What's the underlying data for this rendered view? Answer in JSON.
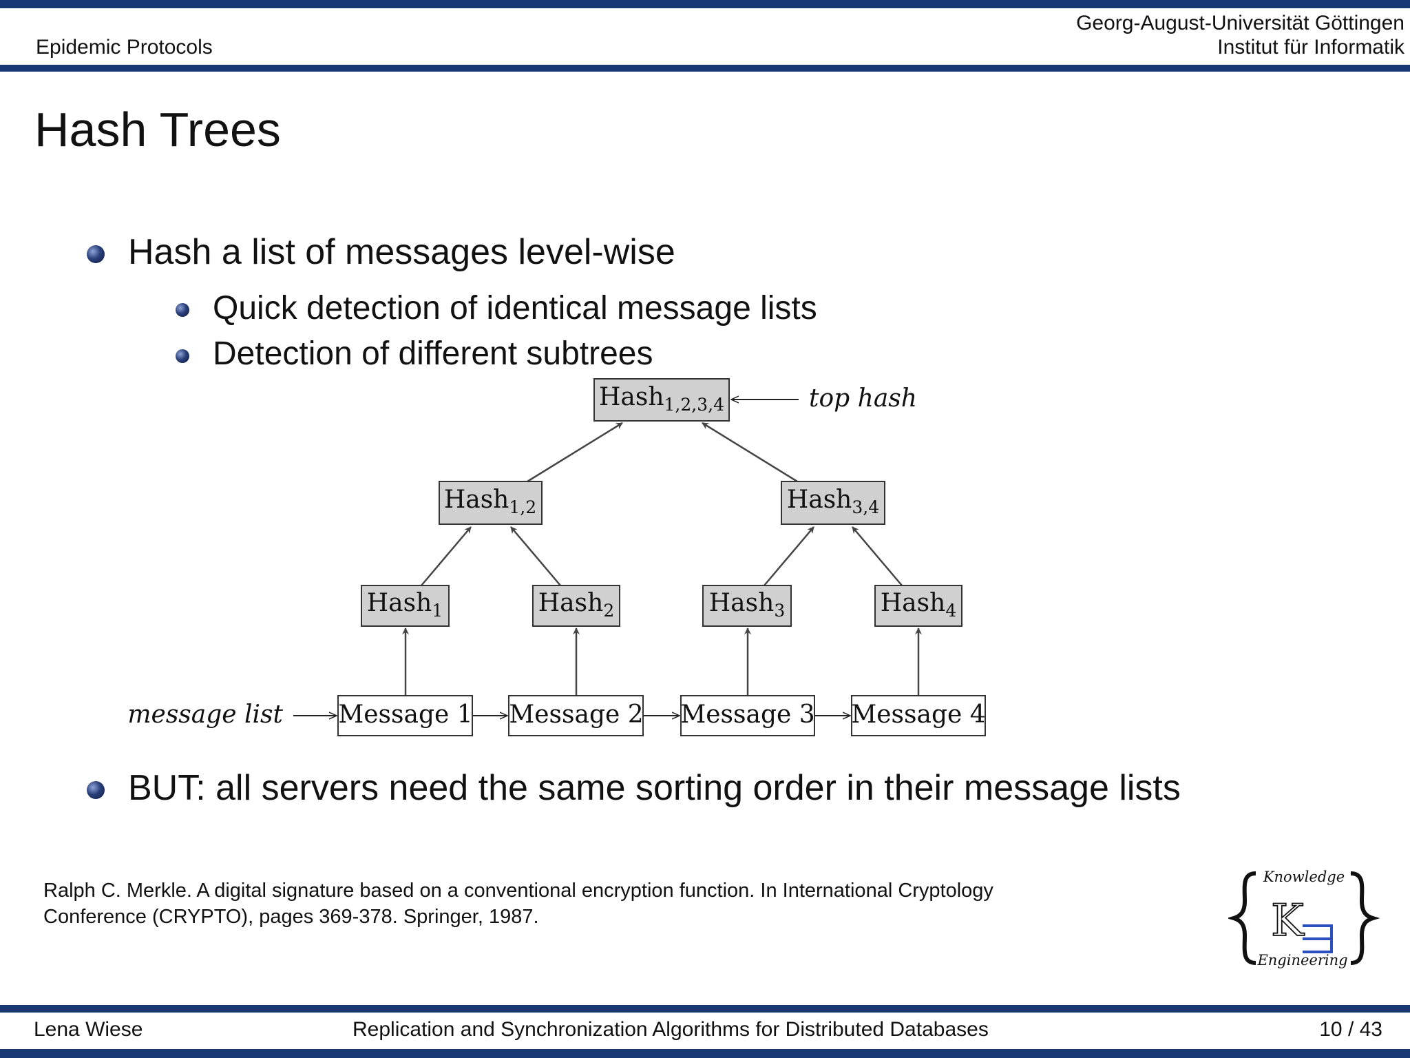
{
  "colors": {
    "accent": "#183875",
    "node_fill": "#d0d0d0",
    "logo_blue": "#2a50c0"
  },
  "header": {
    "section": "Epidemic Protocols",
    "university": "Georg-August-Universität Göttingen",
    "institute": "Institut für Informatik"
  },
  "slide": {
    "title": "Hash Trees",
    "bullets": [
      {
        "text": "Hash a list of messages level-wise",
        "sub": [
          "Quick detection of identical message lists",
          "Detection of different subtrees"
        ]
      },
      {
        "text": "BUT: all servers need the same sorting order in their message lists"
      }
    ],
    "reference": [
      "Ralph C. Merkle.  A digital signature based on a conventional encryption function.  In International Cryptology",
      "Conference (CRYPTO), pages 369-378. Springer, 1987."
    ]
  },
  "diagram": {
    "top": {
      "base": "Hash",
      "sub": "1,2,3,4"
    },
    "top_label": "top hash",
    "level2": [
      {
        "base": "Hash",
        "sub": "1,2"
      },
      {
        "base": "Hash",
        "sub": "3,4"
      }
    ],
    "level1": [
      {
        "base": "Hash",
        "sub": "1"
      },
      {
        "base": "Hash",
        "sub": "2"
      },
      {
        "base": "Hash",
        "sub": "3"
      },
      {
        "base": "Hash",
        "sub": "4"
      }
    ],
    "messages": [
      "Message 1",
      "Message 2",
      "Message 3",
      "Message 4"
    ],
    "list_label": "message list"
  },
  "logo": {
    "top": "Knowledge",
    "bottom": "Engineering",
    "letter": "K"
  },
  "footer": {
    "author": "Lena Wiese",
    "talk": "Replication and Synchronization Algorithms for Distributed Databases",
    "page": "10 / 43"
  }
}
